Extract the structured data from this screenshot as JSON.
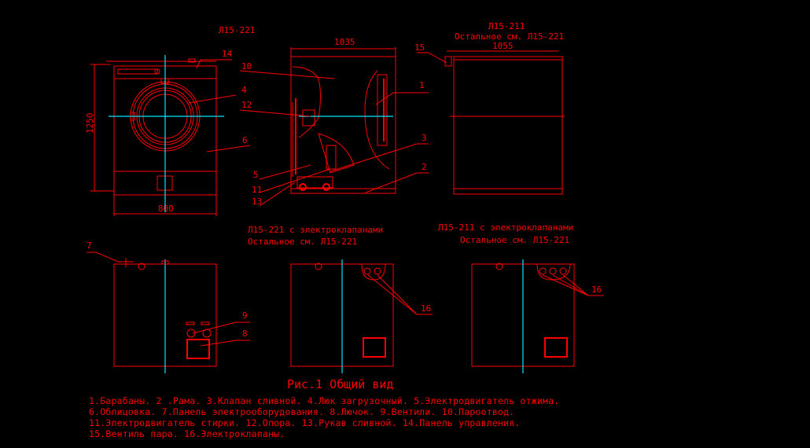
{
  "colors": {
    "background": "#000000",
    "lines": "#ff0000",
    "centerlines": "#00e5ff"
  },
  "views": {
    "front_title": "Л15-221",
    "right_title": "Л15-211",
    "right_subtitle": "Остальное см. Л15-221",
    "dim_height": "1250",
    "dim_width": "800",
    "dim_side": "1035",
    "dim_right": "1055",
    "mid_title": "Л15-221 с электроклапанами",
    "mid_subtitle": "Остальное см. Л15-221",
    "br_title": "Л15-211 с электроклапанами",
    "br_subtitle": "Остальное см. Л15-221"
  },
  "callouts": {
    "c1": "1",
    "c2": "2",
    "c3": "3",
    "c4": "4",
    "c5": "5",
    "c6": "6",
    "c7": "7",
    "c8": "8",
    "c9": "9",
    "c10": "10",
    "c11": "11",
    "c12": "12",
    "c13": "13",
    "c14": "14",
    "c15": "15",
    "c16a": "16",
    "c16b": "16"
  },
  "caption": {
    "title": "Рис.1   Общий вид",
    "lines": [
      "1.Барабаны. 2 .Рама. 3.Клапан сливной. 4.Люк загрузочный. 5.Электродвигатель отжима.",
      "6.Облицовка. 7.Панель электрооборудования. 8.Лючок. 9.Вентили. 10.Пароотвод.",
      "11.Электродвигатель стирки. 12.Опора. 13.Рукав сливной. 14.Панель управления.",
      "15.Вентиль пара. 16.Электроклапаны."
    ]
  }
}
